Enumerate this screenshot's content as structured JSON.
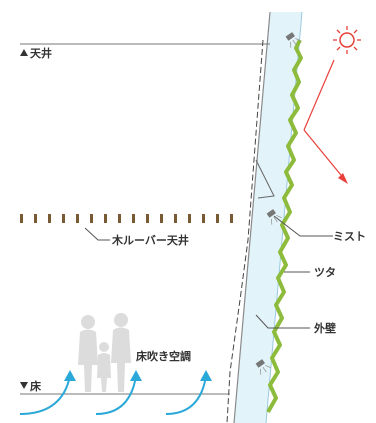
{
  "labels": {
    "ceiling": "天井",
    "wood_louver_ceiling": "木ルーバー天井",
    "mist": "ミスト",
    "ivy": "ツタ",
    "outer_wall": "外壁",
    "floor_blow_ac": "床吹き空調",
    "floor": "床"
  },
  "colors": {
    "glass_fill": "#e3f3fa",
    "glass_edge": "#9bc9de",
    "ivy": "#8dbb3c",
    "sun": "#e8403a",
    "air_flow": "#2aa8d8",
    "people": "#dcdcdc",
    "louver": "#7a5a35",
    "line": "#666666"
  },
  "icons": [
    "sun-icon",
    "mist-nozzle-icon",
    "air-flow-arrow-icon",
    "people-silhouette-icon"
  ]
}
